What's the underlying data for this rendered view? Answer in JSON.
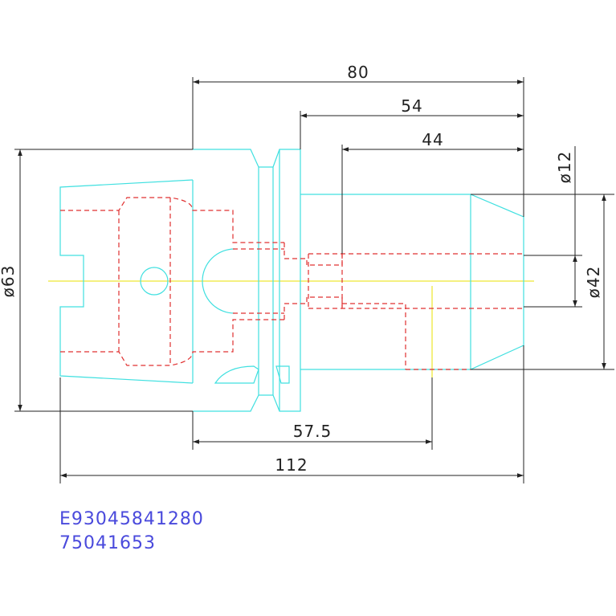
{
  "colors": {
    "part_outline": "#40e0e0",
    "hidden_lines": "#e03030",
    "centerline": "#e8e000",
    "dimension": "#222222",
    "code_text": "#4a4adc"
  },
  "dimensions": {
    "d80": "80",
    "d54": "54",
    "d44": "44",
    "d12": "ø12",
    "d42": "ø42",
    "d63": "ø63",
    "d57_5": "57.5",
    "d112": "112"
  },
  "codes": {
    "line1": "E93045841280",
    "line2": "75041653"
  }
}
